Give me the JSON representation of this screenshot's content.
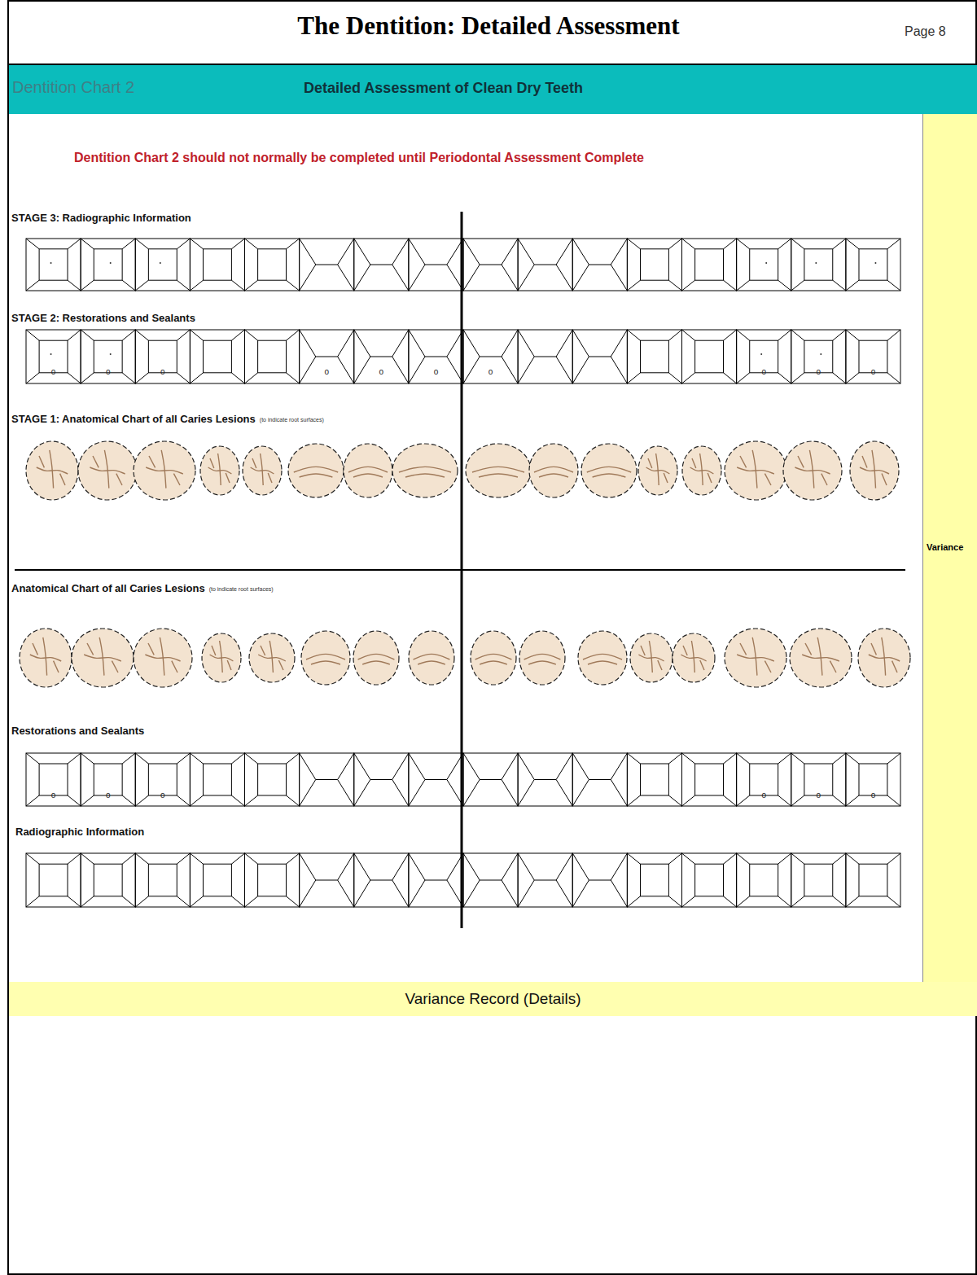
{
  "diagram": {
    "title": "The Dentition: Detailed Assessment",
    "nodes": [
      {
        "text": [
          "Dentition Chart 2",
          "Detailed Assessment of Clean Dry Teeth"
        ]
      },
      {
        "text": [
          "Variance"
        ]
      },
      {
        "text": [
          "Variance Record (Details)"
        ]
      }
    ],
    "labels": [
      "Page 8",
      "Dentition Chart 2 should not normally be completed until Periodontal Assessment Complete",
      "STAGE 3: Radiographic Information",
      "STAGE 2: Restorations and Sealants",
      "STAGE 1: Anatomical Chart of all Caries Lesions",
      "(to indicate root surfaces)",
      "Anatomical Chart of all Caries Lesions",
      "(to indicate root surfaces)",
      "Restorations and Sealants",
      "Radiographic Information",
      "o",
      "o",
      "o",
      "o",
      "o",
      "o",
      "o",
      "o",
      "o",
      "o",
      "o",
      "o",
      "o",
      "o",
      "o",
      "o"
    ]
  }
}
